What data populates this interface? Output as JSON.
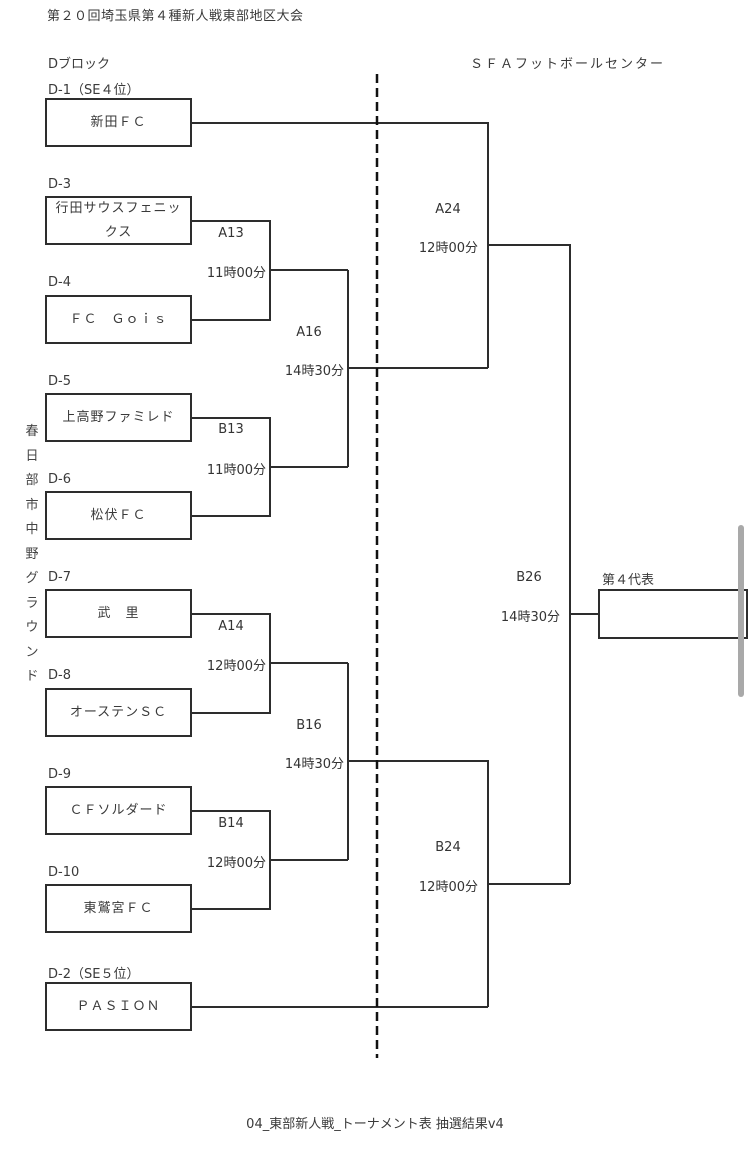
{
  "document": {
    "title": "第２０回埼玉県第４種新人戦東部地区大会",
    "block_label": "Dブロック",
    "venue_left_vertical": "春日部市中野グラウンド",
    "venue_right": "ＳＦＡフットボールセンター",
    "footer": "04_東部新人戦_トーナメント表 抽選結果v4"
  },
  "teams": [
    {
      "seed": "D-1（SE４位）",
      "name": "新田ＦＣ"
    },
    {
      "seed": "D-3",
      "name": "行田サウスフェニックス"
    },
    {
      "seed": "D-4",
      "name": "ＦＣ　Ｇｏｉｓ"
    },
    {
      "seed": "D-5",
      "name": "上高野ファミレド"
    },
    {
      "seed": "D-6",
      "name": "松伏ＦＣ"
    },
    {
      "seed": "D-7",
      "name": "武　里"
    },
    {
      "seed": "D-8",
      "name": "オーステンＳＣ"
    },
    {
      "seed": "D-9",
      "name": "ＣＦソルダード"
    },
    {
      "seed": "D-10",
      "name": "東鷲宮ＦＣ"
    },
    {
      "seed": "D-2（SE５位）",
      "name": "ＰＡＳＩＯＮ"
    }
  ],
  "matches": {
    "A13": {
      "code": "A13",
      "time": "11時00分"
    },
    "B13": {
      "code": "B13",
      "time": "11時00分"
    },
    "A14": {
      "code": "A14",
      "time": "12時00分"
    },
    "B14": {
      "code": "B14",
      "time": "12時00分"
    },
    "A16": {
      "code": "A16",
      "time": "14時30分"
    },
    "B16": {
      "code": "B16",
      "time": "14時30分"
    },
    "A24": {
      "code": "A24",
      "time": "12時00分"
    },
    "B24": {
      "code": "B24",
      "time": "12時00分"
    },
    "B26": {
      "code": "B26",
      "time": "14時30分"
    }
  },
  "result": {
    "label": "第４代表",
    "value": ""
  }
}
